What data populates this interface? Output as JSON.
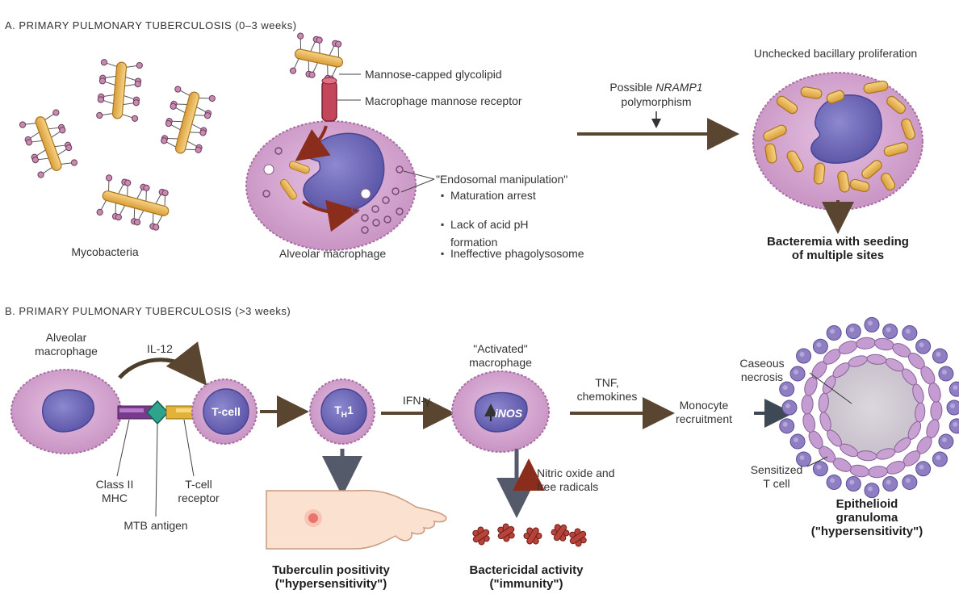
{
  "panel_a": {
    "heading": "A. PRIMARY PULMONARY TUBERCULOSIS (0–3 weeks)",
    "mycobacteria": "Mycobacteria",
    "mannose_glycolipid": "Mannose-capped glycolipid",
    "mannose_receptor": "Macrophage mannose receptor",
    "alveolar_macrophage": "Alveolar macrophage",
    "endosomal": "\"Endosomal manipulation\"",
    "endosomal_items": [
      "Maturation arrest",
      "Lack of acid pH",
      "Ineffective phagolysosome",
      "formation"
    ],
    "nramp_line1_prefix": "Possible ",
    "nramp_gene": "NRAMP1",
    "nramp_line2": "polymorphism",
    "proliferation": "Unchecked bacillary proliferation",
    "bacteremia_line1": "Bacteremia with seeding",
    "bacteremia_line2": "of multiple sites"
  },
  "panel_b": {
    "heading": "B. PRIMARY PULMONARY TUBERCULOSIS (>3 weeks)",
    "alveolar_line1": "Alveolar",
    "alveolar_line2": "macrophage",
    "il12": "IL-12",
    "tcell": "T-cell",
    "th1_main": "T",
    "th1_sub": "H",
    "th1_num": "1",
    "ifn": "IFN-γ",
    "activated_line1": "\"Activated\"",
    "activated_line2": "macrophage",
    "inos": "iNOS",
    "tnf_line1": "TNF,",
    "tnf_line2": "chemokines",
    "monocyte_line1": "Monocyte",
    "monocyte_line2": "recruitment",
    "classii_line1": "Class II",
    "classii_line2": "MHC",
    "tcr_line1": "T-cell",
    "tcr_line2": "receptor",
    "mtb": "MTB antigen",
    "nitric_line1": "Nitric oxide and",
    "nitric_line2": "free radicals",
    "tuberculin_line1": "Tuberculin positivity",
    "tuberculin_line2": "(\"hypersensitivity\")",
    "bactericidal_line1": "Bactericidal activity",
    "bactericidal_line2": "(\"immunity\")",
    "caseous_line1": "Caseous",
    "caseous_line2": "necrosis",
    "sensitized_line1": "Sensitized",
    "sensitized_line2": "T cell",
    "granuloma_line1": "Epithelioid",
    "granuloma_line2": "granuloma",
    "granuloma_line3": "(\"hypersensitivity\")"
  },
  "colors": {
    "macrophage_fill": "#d9a8d4",
    "macrophage_edge": "#a86ea3",
    "nucleus": "#6e68b6",
    "bacillus": "#eab75a",
    "arrow_dark": "#5a4530",
    "arrow_red": "#8b2d1d",
    "granuloma_center": "#d6d0d8"
  }
}
